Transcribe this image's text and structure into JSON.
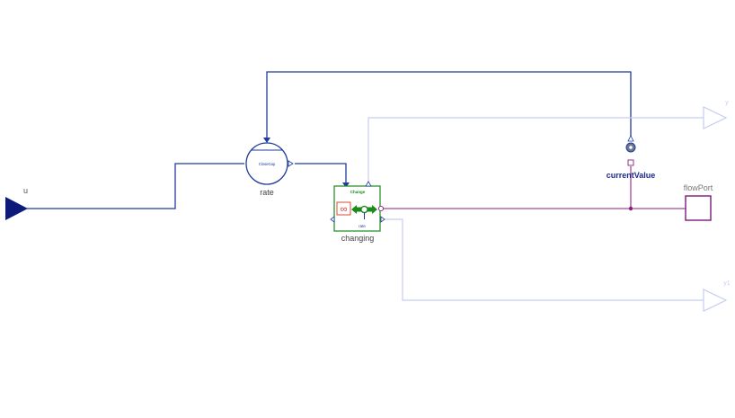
{
  "diagram": {
    "inputs": {
      "u_label": "u"
    },
    "outputs": {
      "y_label": "y",
      "y1_label": "y1"
    },
    "blocks": {
      "rate": {
        "inner_text": "CloseGap",
        "name": "rate"
      },
      "changing": {
        "title": "Change",
        "port_text": "rate",
        "name": "changing"
      },
      "current_value": {
        "name": "currentValue"
      },
      "flow_port": {
        "name": "flowPort"
      }
    },
    "colors": {
      "signal_blue": "#1f3b9e",
      "inactive_blue": "#b8c1ec",
      "stock_purple": "#8b1f7f",
      "flowport_purple": "#7a1a7a",
      "change_green": "#1a8a1a",
      "infinity_red": "#d43a2a"
    }
  }
}
